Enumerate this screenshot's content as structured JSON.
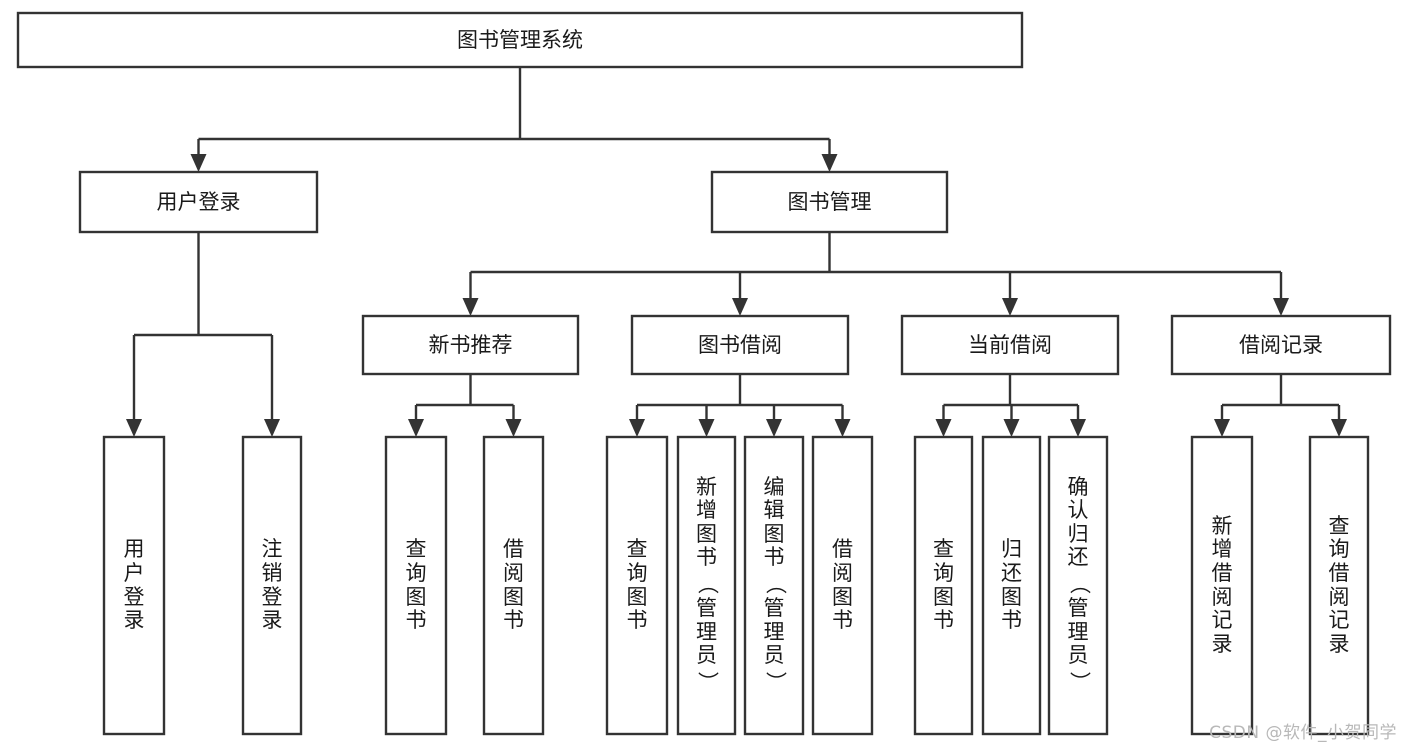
{
  "diagram": {
    "title": "图书管理系统",
    "type": "hierarchy-tree",
    "colors": {
      "background": "#ffffff",
      "line": "#333333",
      "box_fill": "#ffffff",
      "text": "#1a1a1a",
      "watermark": "#b8b8b8"
    },
    "root": {
      "label": "图书管理系统"
    },
    "level2": [
      {
        "label": "用户登录"
      },
      {
        "label": "图书管理"
      }
    ],
    "level3": [
      {
        "label": "新书推荐"
      },
      {
        "label": "图书借阅"
      },
      {
        "label": "当前借阅"
      },
      {
        "label": "借阅记录"
      }
    ],
    "leaves": {
      "user_login": [
        {
          "label": "用户登录"
        },
        {
          "label": "注销登录"
        }
      ],
      "new_book_recommend": [
        {
          "label": "查询图书"
        },
        {
          "label": "借阅图书"
        }
      ],
      "book_borrow": [
        {
          "label": "查询图书"
        },
        {
          "label": "新增图书（管理员）"
        },
        {
          "label": "编辑图书（管理员）"
        },
        {
          "label": "借阅图书"
        }
      ],
      "current_borrow": [
        {
          "label": "查询图书"
        },
        {
          "label": "归还图书"
        },
        {
          "label": "确认归还（管理员）"
        }
      ],
      "borrow_record": [
        {
          "label": "新增借阅记录"
        },
        {
          "label": "查询借阅记录"
        }
      ]
    }
  },
  "watermark": {
    "text": "CSDN @软件_小贺同学"
  }
}
